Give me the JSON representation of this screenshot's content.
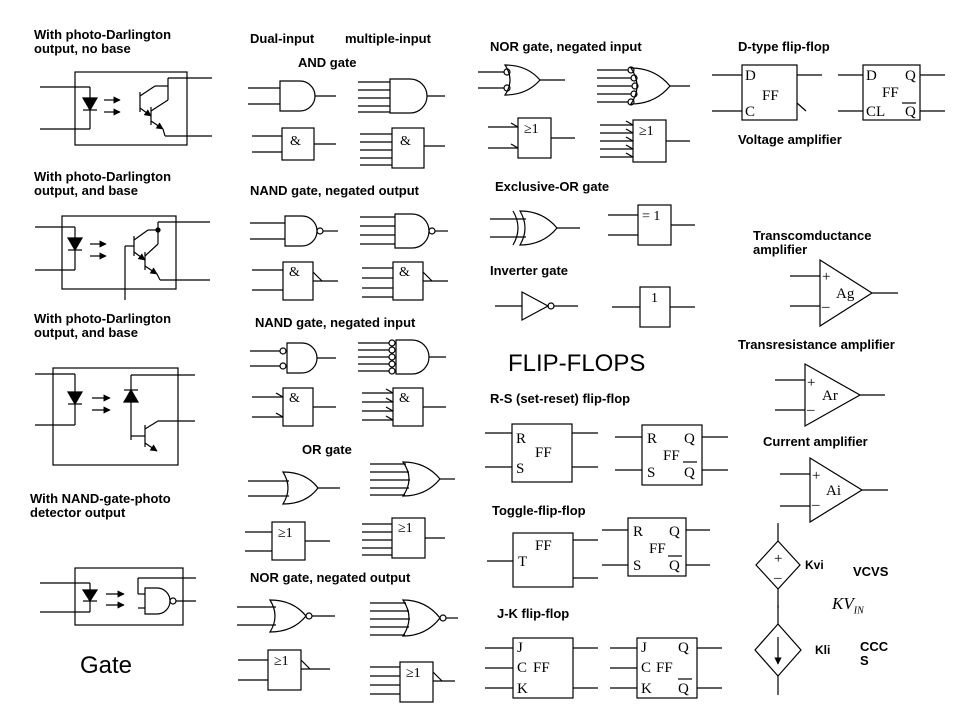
{
  "labels": {
    "photo_darlington_no_base": "With photo-Darlington\noutput, no base",
    "photo_darlington_base_1": "With photo-Darlington\noutput, and base",
    "photo_darlington_base_2": "With photo-Darlington\noutput, and base",
    "nand_photo_detector": "With NAND-gate-photo\ndetector output",
    "gate": "Gate",
    "dual_input": "Dual-input",
    "multiple_input": "multiple-input",
    "and_gate": "AND gate",
    "nand_negated_output": "NAND gate, negated output",
    "nand_negated_input": "NAND gate, negated input",
    "or_gate": "OR gate",
    "nor_negated_output": "NOR gate, negated output",
    "nor_negated_input": "NOR gate, negated input",
    "exclusive_or": "Exclusive-OR gate",
    "inverter": "Inverter gate",
    "flip_flops": "FLIP-FLOPS",
    "rs_flip_flop": "R-S (set-reset) flip-flop",
    "toggle_flip_flop": "Toggle-flip-flop",
    "jk_flip_flop": "J-K flip-flop",
    "d_type": "D-type flip-flop",
    "voltage_amp": "Voltage amplifier",
    "transconductance_amp": "Transcomductance\namplifier",
    "transresistance_amp": "Transresistance amplifier",
    "current_amp": "Current amplifier",
    "vcvs": "VCVS",
    "cccs": "CCC\nS",
    "kvi": "Kvi",
    "kli": "Kli",
    "kv_in": "KV",
    "kv_in_sub": "IN"
  },
  "symbol_text": {
    "amp": "&",
    "ge1": "≥1",
    "eq1": "= 1",
    "one": "1",
    "ff": "FF",
    "r": "R",
    "s": "S",
    "q": "Q",
    "t": "T",
    "j": "J",
    "c": "C",
    "k": "K",
    "d": "D",
    "cl": "CL",
    "ag": "Ag",
    "ar": "Ar",
    "ai": "Ai",
    "plus": "+",
    "minus": "–"
  }
}
